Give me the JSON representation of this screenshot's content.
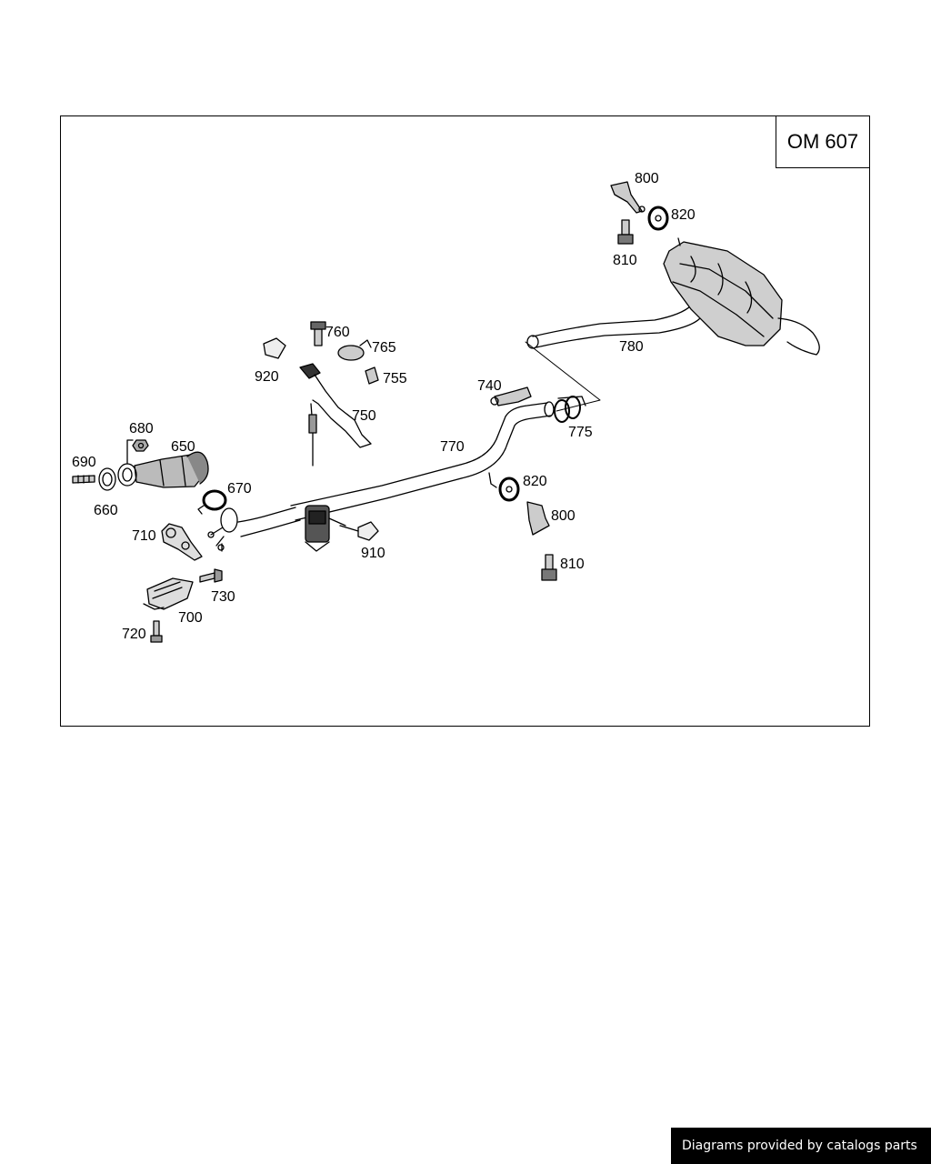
{
  "diagram": {
    "engine_code": "OM 607",
    "labels": {
      "p650": "650",
      "p660": "660",
      "p670": "670",
      "p680": "680",
      "p690": "690",
      "p700": "700",
      "p710": "710",
      "p720": "720",
      "p730": "730",
      "p740": "740",
      "p750": "750",
      "p755": "755",
      "p760": "760",
      "p765": "765",
      "p770": "770",
      "p775": "775",
      "p780": "780",
      "p800_top": "800",
      "p810_top": "810",
      "p820_top": "820",
      "p800_bottom": "800",
      "p810_bottom": "810",
      "p820_bottom": "820",
      "p910": "910",
      "p920": "920"
    }
  },
  "footer": {
    "text": "Diagrams provided by catalogs parts"
  }
}
